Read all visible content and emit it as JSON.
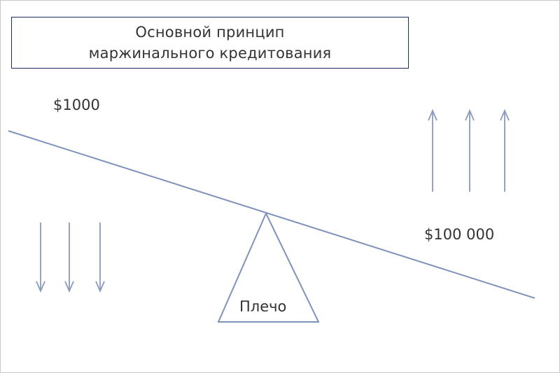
{
  "title": "Основной принцип маржинального кредитования",
  "left_amount": "$1000",
  "right_amount": "$100 000",
  "fulcrum_label": "Плечо",
  "colors": {
    "line": "#7f92ba",
    "border": "#1c2b5a",
    "text": "#333333"
  },
  "icons": {
    "down_arrows": 3,
    "up_arrows": 3
  }
}
